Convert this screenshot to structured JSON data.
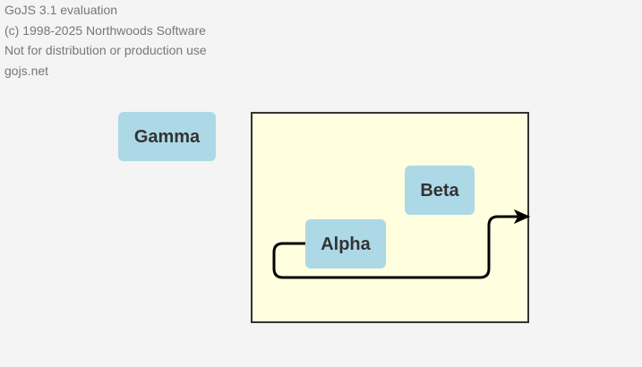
{
  "watermark": {
    "lines": [
      "GoJS 3.1 evaluation",
      "(c) 1998-2025 Northwoods Software",
      "Not for distribution or production use",
      "gojs.net"
    ]
  },
  "colors": {
    "background": "#f4f4f4",
    "group_fill": "#ffffe0",
    "group_stroke": "#333333",
    "node_fill": "#add8e6",
    "node_text": "#333333",
    "link_stroke": "#000000",
    "watermark_text": "#777777"
  },
  "diagram": {
    "group": {
      "key": "group"
    },
    "nodes": [
      {
        "key": "Gamma",
        "label": "Gamma",
        "in_group": false
      },
      {
        "key": "Beta",
        "label": "Beta",
        "in_group": true
      },
      {
        "key": "Alpha",
        "label": "Alpha",
        "in_group": true
      }
    ],
    "links": [
      {
        "from": "Alpha",
        "to": "group-right-edge",
        "arrowhead": "standard",
        "routing": "orthogonal-rounded"
      }
    ]
  }
}
